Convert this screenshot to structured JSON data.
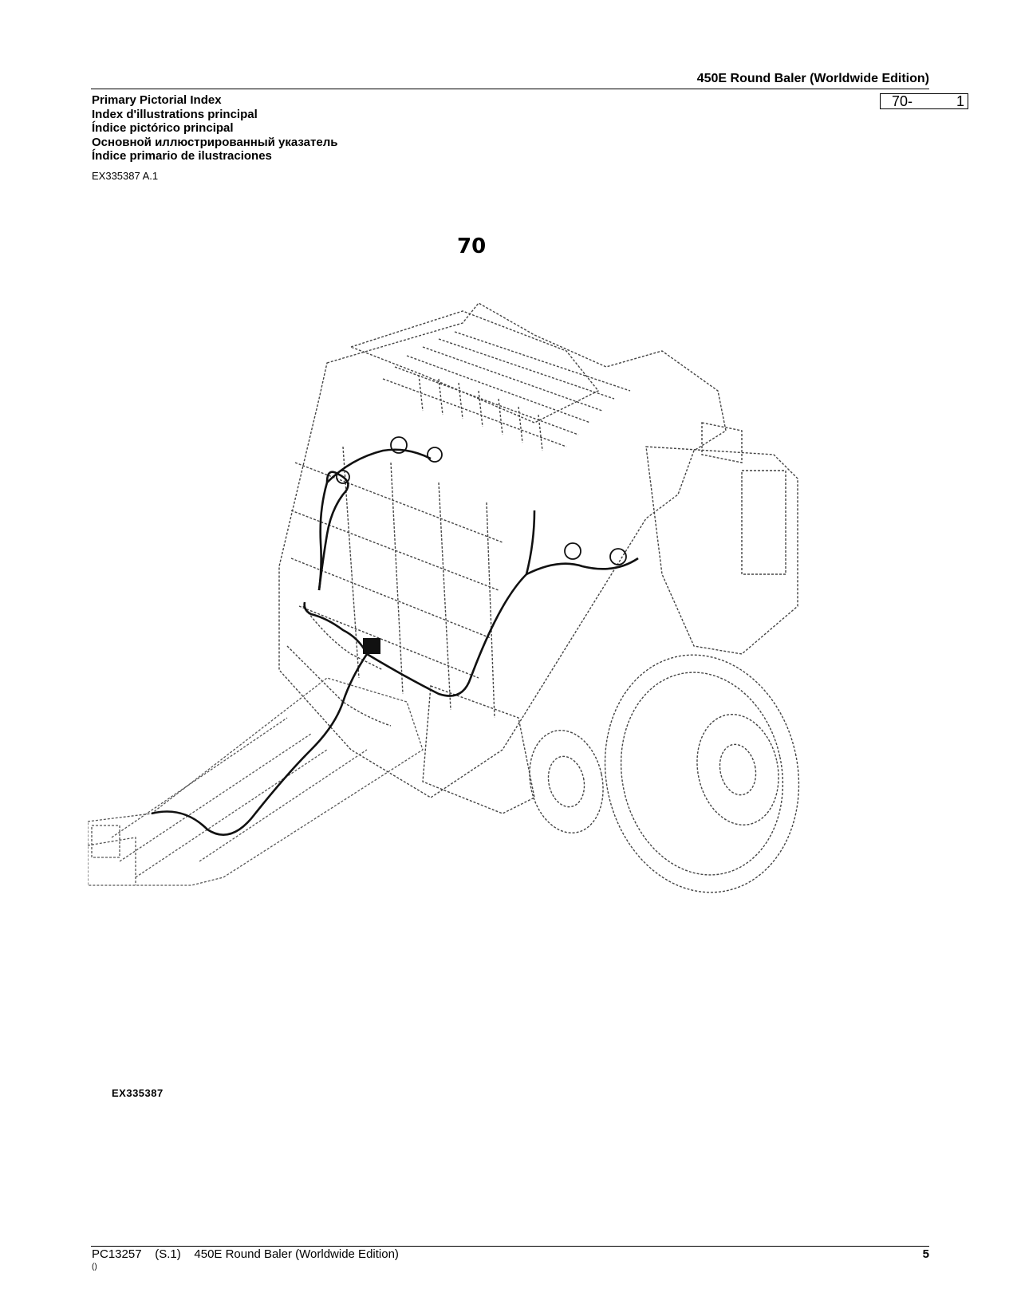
{
  "header": {
    "title": "450E Round Baler (Worldwide Edition)",
    "page_ref_section": "70-",
    "page_ref_number": "1"
  },
  "titles": [
    "Primary Pictorial Index",
    "Index d'illustrations principal",
    "Índice pictórico principal",
    "Основной иллюстрированный указатель",
    "Índice primario de ilustraciones"
  ],
  "figure_code": "EX335387 A.1",
  "section_number": "70",
  "illustration": {
    "icon": "round-baler-wiring-harness-drawing",
    "image_code": "EX335387"
  },
  "footer": {
    "text": "PC13257    (S.1)    450E Round Baler (Worldwide Edition)",
    "sub": "()",
    "page_number": "5"
  }
}
